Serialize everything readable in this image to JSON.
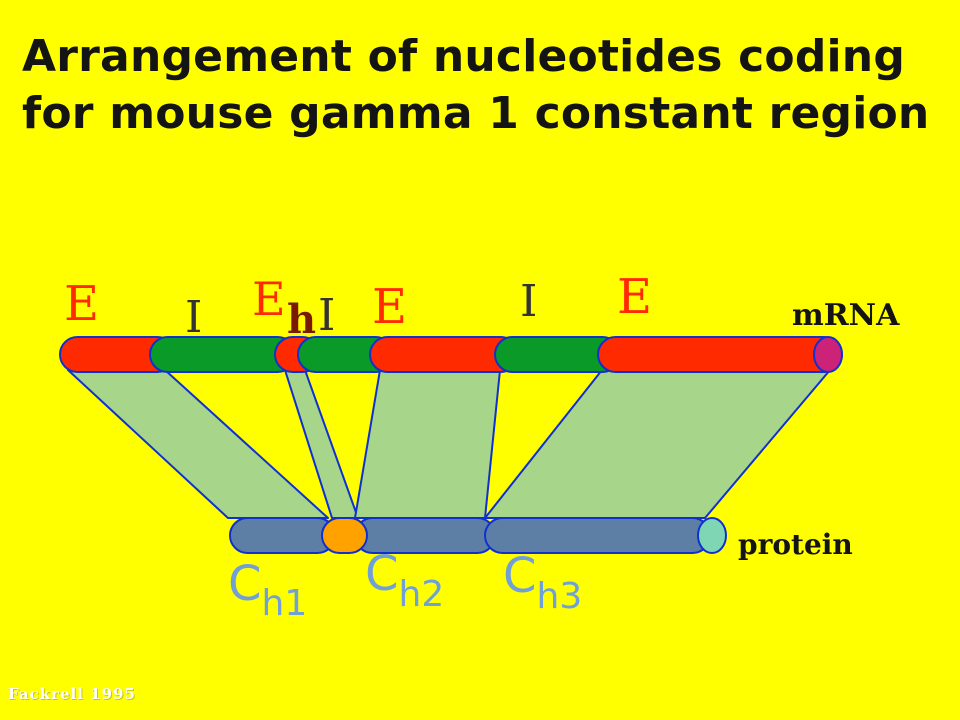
{
  "title": {
    "line1": "Arrangement  of  nucleotides  coding",
    "line2": "for  mouse  gamma  1  constant  region"
  },
  "mrna": {
    "label": "mRNA",
    "segment_labels": [
      "E",
      "I",
      "E",
      "h",
      "I",
      "E",
      "I",
      "E"
    ]
  },
  "protein": {
    "label": "protein",
    "domains": [
      {
        "base": "C",
        "sub": "h1"
      },
      {
        "base": "C",
        "sub": "h2"
      },
      {
        "base": "C",
        "sub": "h3"
      }
    ]
  },
  "credit": "Fackrell  1995",
  "colors": {
    "background": "#ffff00",
    "exon": "#ff2a00",
    "intron": "#0a9a28",
    "mapping": "#a7d68a",
    "protein_bar": "#5d7fa6",
    "hinge_protein": "#ffa200",
    "mrna_end_cap": "#cc2277",
    "protein_end_cap": "#7fd6b5",
    "exon_label": "#ff2a00",
    "intron_label": "#333333",
    "hinge_label": "#7a1a00",
    "domain_label": "#6fa0d8",
    "outline": "#1030d0"
  }
}
